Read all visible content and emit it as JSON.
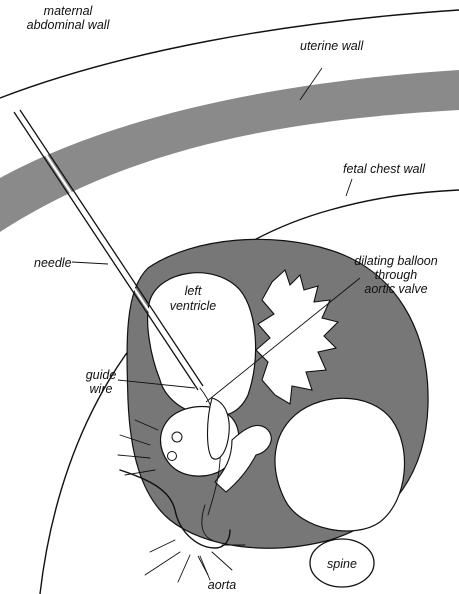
{
  "labels": {
    "maternal_line1": "maternal",
    "maternal_line2": "abdominal wall",
    "uterine_wall": "uterine wall",
    "fetal_chest_wall": "fetal chest wall",
    "needle": "needle",
    "balloon_line1": "dilating balloon",
    "balloon_line2": "through",
    "balloon_line3": "aortic valve",
    "lv_line1": "left",
    "lv_line2": "ventricle",
    "guide_line1": "guide",
    "guide_line2": "wire",
    "aorta": "aorta",
    "spine": "spine"
  },
  "colors": {
    "ink": "#111111",
    "uterine_band": "#8a8a8a",
    "myocardium": "#777777",
    "paper": "#ffffff"
  }
}
